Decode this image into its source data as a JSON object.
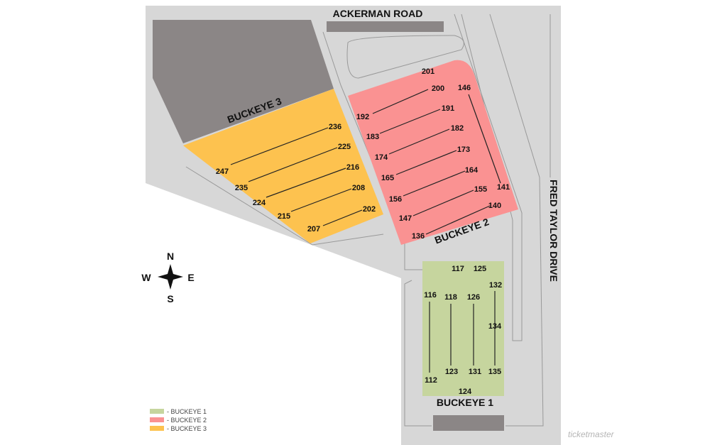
{
  "roads": {
    "north": "ACKERMAN ROAD",
    "east": "FRED TAYLOR DRIVE"
  },
  "compass": {
    "n": "N",
    "s": "S",
    "e": "E",
    "w": "W"
  },
  "colors": {
    "buckeye1": "#c6d59e",
    "buckeye2": "#fa9292",
    "buckeye3": "#fdc24f",
    "road": "#d7d7d7",
    "building": "#8b8686"
  },
  "lots": {
    "buckeye3": {
      "label": "BUCKEYE 3",
      "rows": [
        "236",
        "225",
        "216",
        "208",
        "202",
        "247",
        "235",
        "224",
        "215",
        "207"
      ]
    },
    "buckeye2": {
      "label": "BUCKEYE 2",
      "rows": [
        "201",
        "200",
        "191",
        "182",
        "173",
        "164",
        "155",
        "140",
        "146",
        "141",
        "192",
        "183",
        "174",
        "165",
        "156",
        "147",
        "136"
      ]
    },
    "buckeye1": {
      "label": "BUCKEYE 1",
      "rows": [
        "117",
        "125",
        "116",
        "118",
        "126",
        "132",
        "134",
        "112",
        "123",
        "131",
        "135",
        "124"
      ]
    }
  },
  "legend": [
    {
      "label": "- BUCKEYE 1",
      "color": "#c6d59e"
    },
    {
      "label": "- BUCKEYE 2",
      "color": "#fa9292"
    },
    {
      "label": "- BUCKEYE 3",
      "color": "#fdc24f"
    }
  ],
  "brand": "ticketmaster"
}
